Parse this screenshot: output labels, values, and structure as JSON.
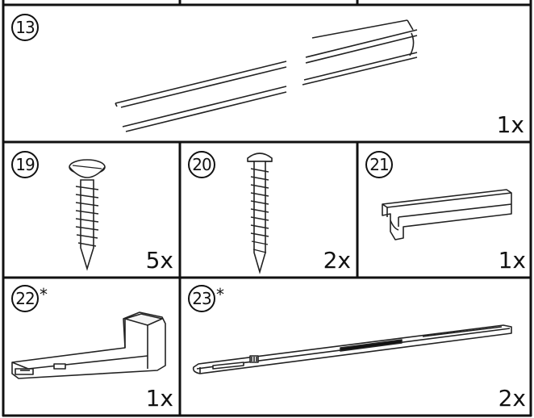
{
  "parts": [
    {
      "id": "part-13",
      "number": "13",
      "star": "",
      "qty": "1x"
    },
    {
      "id": "part-19",
      "number": "19",
      "star": "",
      "qty": "5x"
    },
    {
      "id": "part-20",
      "number": "20",
      "star": "",
      "qty": "2x"
    },
    {
      "id": "part-21",
      "number": "21",
      "star": "",
      "qty": "1x"
    },
    {
      "id": "part-22",
      "number": "22",
      "star": "*",
      "qty": "1x"
    },
    {
      "id": "part-23",
      "number": "23",
      "star": "*",
      "qty": "2x"
    }
  ]
}
